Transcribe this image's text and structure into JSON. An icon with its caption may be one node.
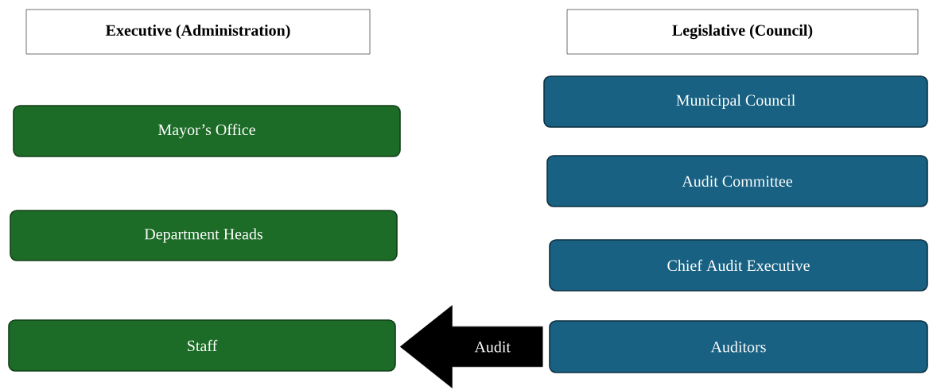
{
  "diagram": {
    "nodes": [
      {
        "text": [
          "Executive (Administration)"
        ]
      },
      {
        "text": [
          "Legislative (Council)"
        ]
      },
      {
        "text": [
          "Mayor’s Office"
        ]
      },
      {
        "text": [
          "Municipal Council"
        ]
      },
      {
        "text": [
          "Department Heads"
        ]
      },
      {
        "text": [
          "Audit Committee"
        ]
      },
      {
        "text": [
          "Chief Audit Executive"
        ]
      },
      {
        "text": [
          "Staff"
        ]
      },
      {
        "text": [
          "Auditors"
        ]
      }
    ],
    "edges": [
      {
        "from": 8,
        "to": 7,
        "arrow": "to",
        "label": "Audit",
        "style": "thick"
      }
    ]
  }
}
